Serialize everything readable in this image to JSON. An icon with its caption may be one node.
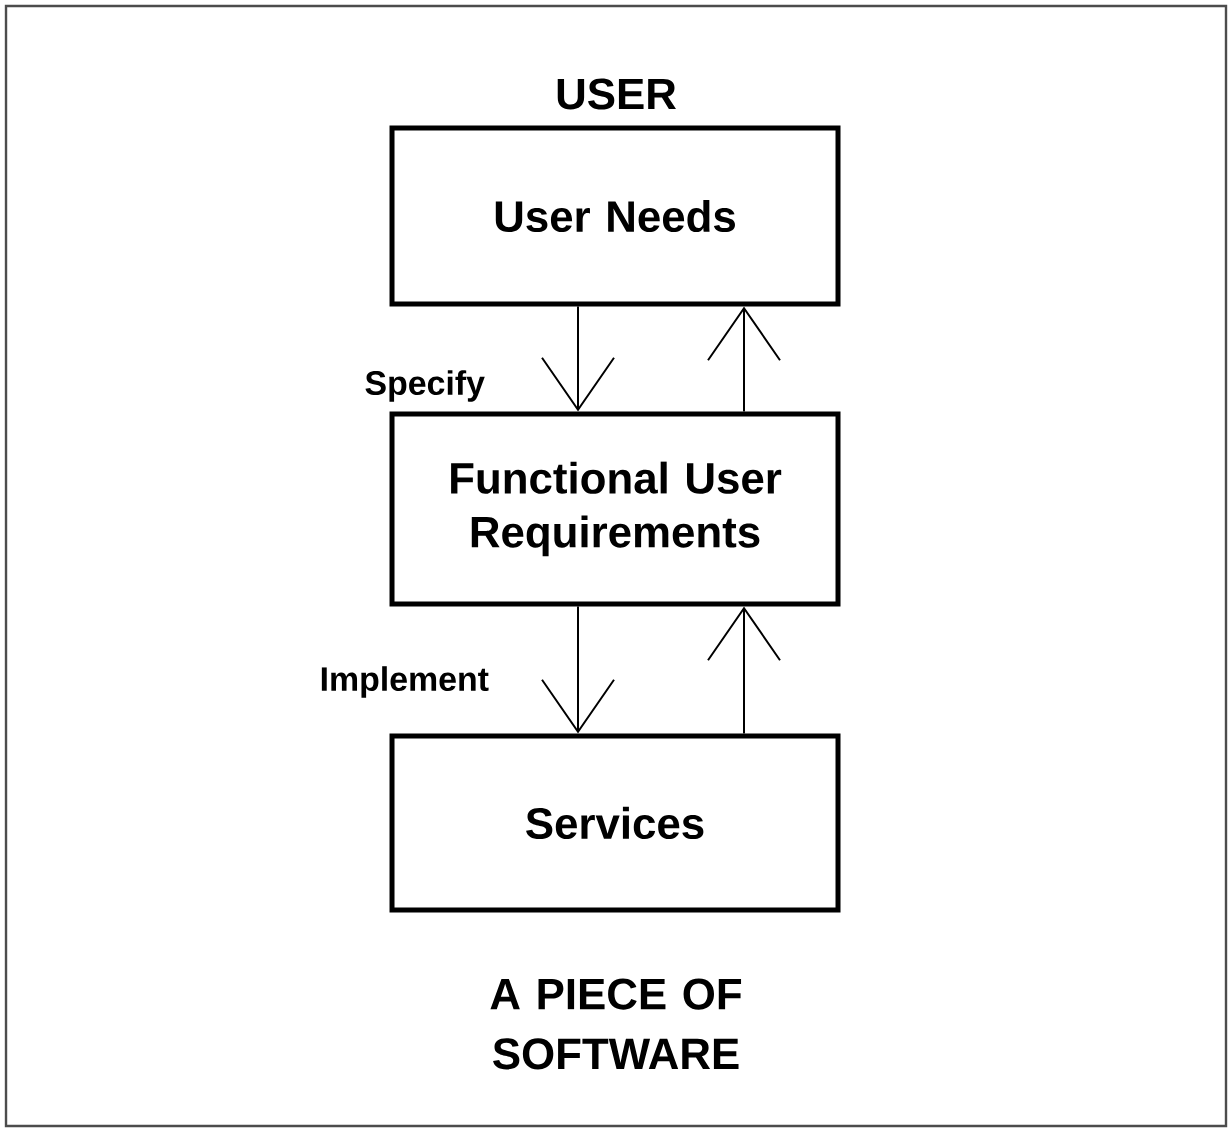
{
  "diagram": {
    "nodes": [
      {
        "text": [
          "User Needs"
        ]
      },
      {
        "text": [
          "Functional User Requirements"
        ]
      },
      {
        "text": [
          "Services"
        ]
      }
    ],
    "edges": [
      {
        "from": 0,
        "to": 1,
        "arrow": "to",
        "label": "Specify"
      },
      {
        "from": 1,
        "to": 0,
        "arrow": "to"
      },
      {
        "from": 1,
        "to": 2,
        "arrow": "to",
        "label": "Implement"
      },
      {
        "from": 2,
        "to": 1,
        "arrow": "to"
      }
    ],
    "labels": [
      "USER",
      "A PIECE OF SOFTWARE"
    ]
  }
}
